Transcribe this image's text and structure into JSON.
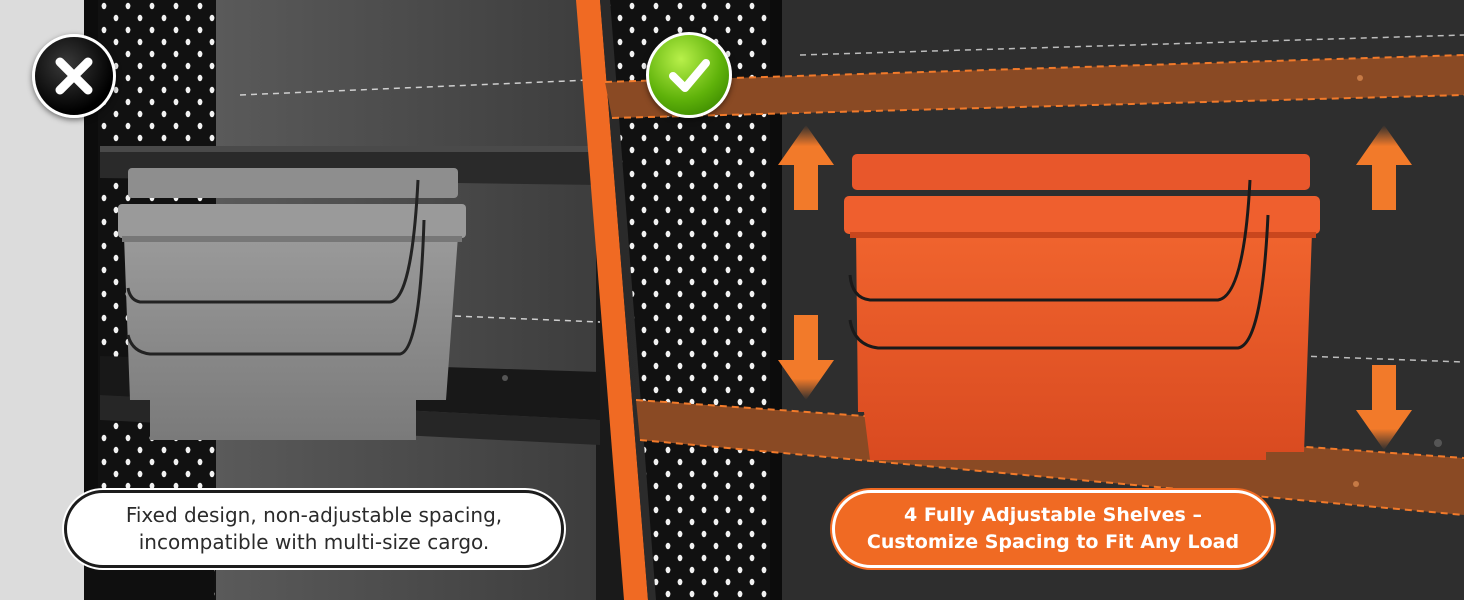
{
  "left_panel": {
    "caption_line1": "Fixed design, non-adjustable spacing,",
    "caption_line2": "incompatible with multi-size cargo."
  },
  "right_panel": {
    "caption_line1": "4 Fully Adjustable Shelves –",
    "caption_line2": "Customize Spacing to Fit Any Load"
  },
  "icons": {
    "bad_badge": "x-mark-icon",
    "good_badge": "check-mark-icon",
    "adjust_arrows": "double-arrow-icon"
  },
  "colors": {
    "accent_orange": "#f06a23",
    "gray_bin": "#8a8a8a",
    "orange_bin": "#e8572b",
    "check_green": "#6cc01a"
  }
}
